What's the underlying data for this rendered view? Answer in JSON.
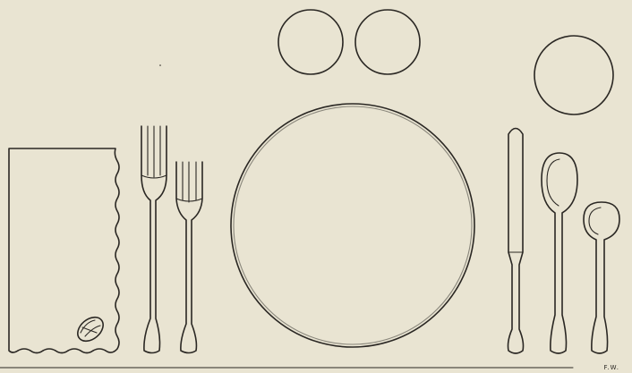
{
  "signature": "F.W.",
  "items": [
    {
      "id": "bread-plate-left",
      "icon": "bread-plate-icon"
    },
    {
      "id": "bread-plate-middle",
      "icon": "bread-plate-icon"
    },
    {
      "id": "water-glass-right",
      "icon": "glass-icon"
    },
    {
      "id": "napkin-with-monogram",
      "icon": "napkin-icon"
    },
    {
      "id": "dinner-fork",
      "icon": "fork-icon"
    },
    {
      "id": "salad-fork",
      "icon": "fork-icon"
    },
    {
      "id": "dinner-plate",
      "icon": "plate-icon"
    },
    {
      "id": "dinner-knife",
      "icon": "knife-icon"
    },
    {
      "id": "soup-spoon",
      "icon": "spoon-icon"
    },
    {
      "id": "teaspoon",
      "icon": "spoon-icon"
    }
  ],
  "colors": {
    "paper": "#e9e4d2",
    "ink": "#2a2723"
  }
}
